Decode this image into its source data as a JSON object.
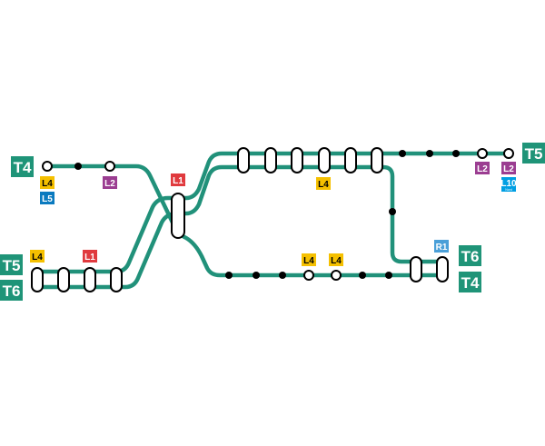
{
  "colors": {
    "track": "#21917a",
    "terminal": "#1f9478",
    "L1": "#e03a3e",
    "L2": "#9b3d91",
    "L4": "#f5c000",
    "L5": "#0a7abf",
    "L10": "#009fe3",
    "R1": "#4a9fd8"
  },
  "terminals": {
    "t4_left": "T4",
    "t5_left": "T5",
    "t6_left": "T6",
    "t5_right": "T5",
    "t6_right": "T6",
    "t4_right": "T4"
  },
  "lines": {
    "l4_a": "L4",
    "l5_a": "L5",
    "l2_a": "L2",
    "l1_center": "L1",
    "l4_b": "L4",
    "l1_b": "L1",
    "l4_top": "L4",
    "l4_c": "L4",
    "l4_d": "L4",
    "l2_b": "L2",
    "l2_c": "L2",
    "l10": "L10",
    "l10_sub": "Nord",
    "r1": "R1"
  }
}
